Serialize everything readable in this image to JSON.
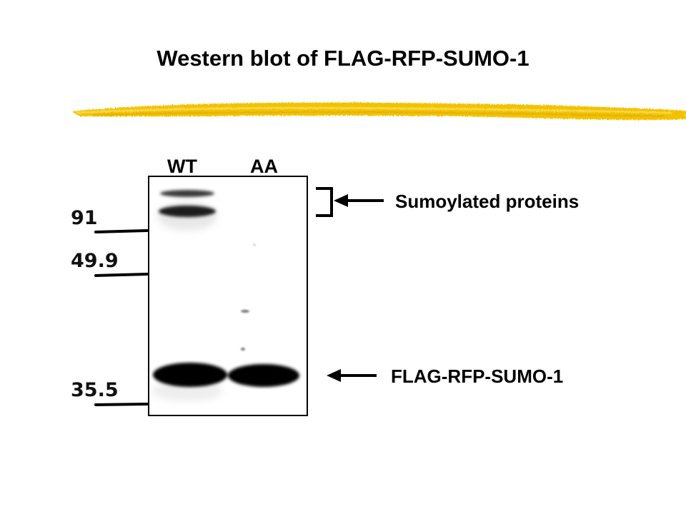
{
  "slide": {
    "title": "Western blot of FLAG-RFP-SUMO-1",
    "accent_color": "#f2c200"
  },
  "blot": {
    "lanes": [
      {
        "label": "WT"
      },
      {
        "label": "AA"
      }
    ],
    "markers": [
      {
        "label": "91"
      },
      {
        "label": "49.9"
      },
      {
        "label": "35.5"
      }
    ],
    "annotations": {
      "sumoylated": "Sumoylated proteins",
      "free": "FLAG-RFP-SUMO-1"
    }
  }
}
